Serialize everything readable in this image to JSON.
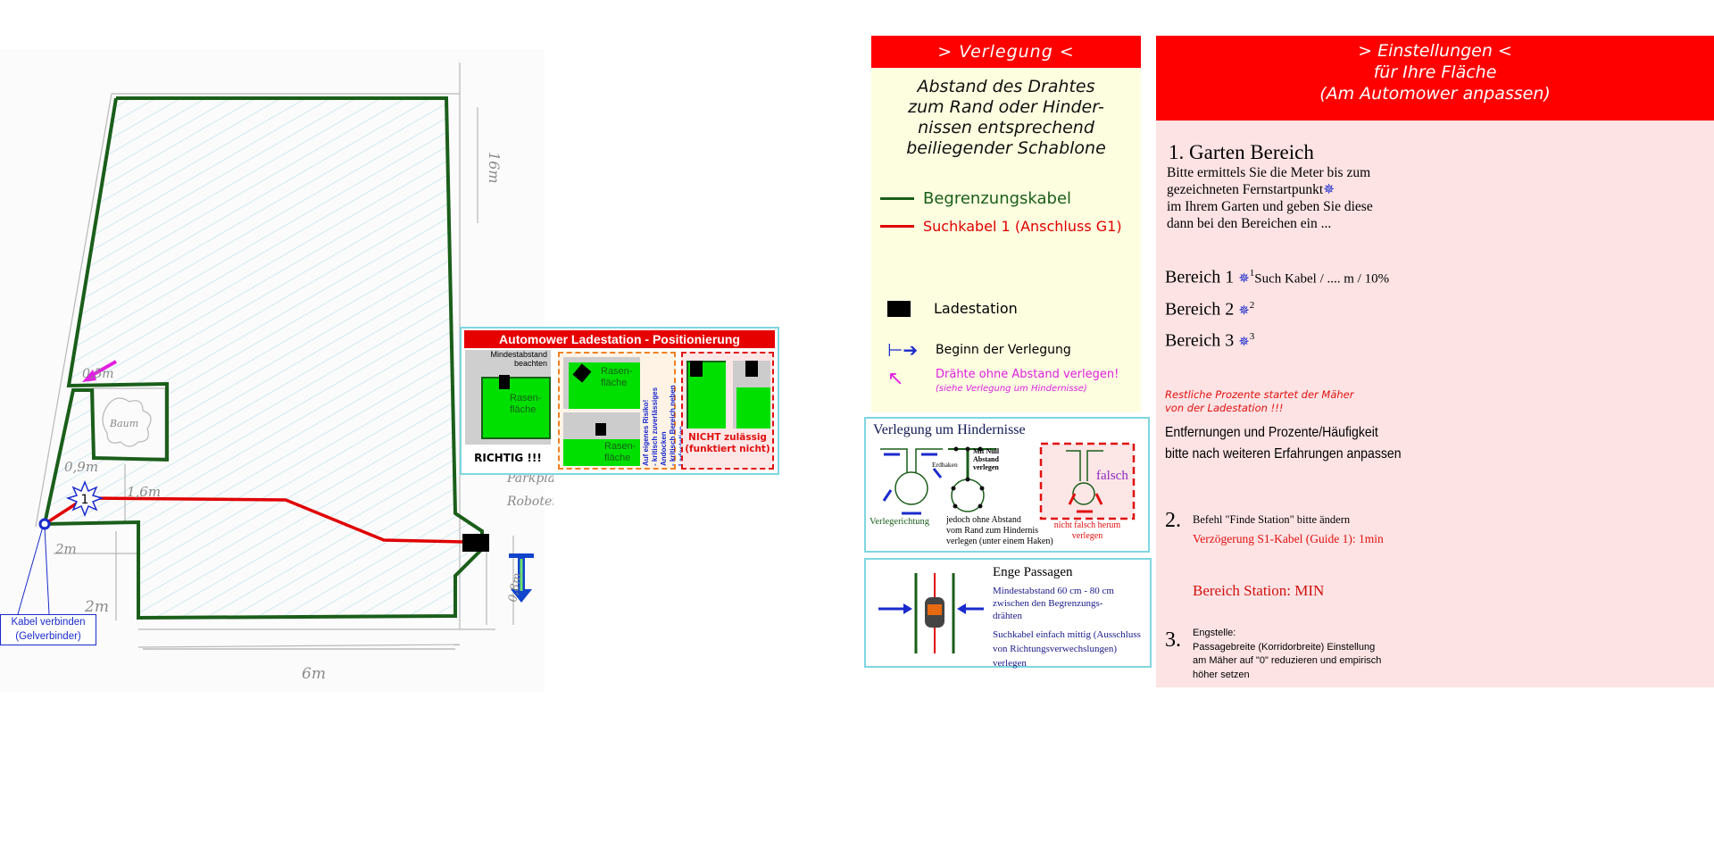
{
  "sketch": {
    "labels": {
      "length_right": "16m",
      "gap_top": "0,5m",
      "tree": "Baum",
      "gap_side": "0,9m",
      "dist_star": "1,6m",
      "width_left": "2m",
      "height_left": "2m",
      "width_bottom": "6m",
      "parking_1": "Parkpla",
      "parking_2": "Roboter",
      "station_gap": "0,8m"
    },
    "star_number": "1",
    "connector_note": [
      "Kabel verbinden",
      "(Gelverbinder)"
    ]
  },
  "ladestation": {
    "title": "Automower Ladestation - Positionierung",
    "min_distance": [
      "Mindestabstand",
      "beachten"
    ],
    "lawn": [
      "Rasen-",
      "fläche"
    ],
    "correct": "RICHTIG !!!",
    "risk": [
      "Auf eigenes Risiko!",
      "- kritisch zuverlässiges Andocken",
      "- kritisch Bereich neben Ladestation"
    ],
    "not_allowed": [
      "NICHT zulässig",
      "(funktiert nicht)"
    ]
  },
  "verlegung": {
    "title": "> Verlegung <",
    "intro": [
      "Abstand des Drahtes",
      "zum Rand oder Hinder-",
      "nissen entsprechend",
      "beiliegender Schablone"
    ],
    "legend": [
      {
        "label": "Begrenzungskabel",
        "color": "#1a5e1a"
      },
      {
        "label": "Suchkabel 1 (Anschluss G1)",
        "color": "#e00000"
      },
      {
        "label": "Ladestation"
      },
      {
        "label": "Beginn der Verlegung"
      },
      {
        "label": "Drähte ohne Abstand verlegen!",
        "sub": "(siehe Verlegung um Hindernisse)",
        "color": "#e020e0"
      }
    ]
  },
  "hindernisse": {
    "title": "Verlegung um Hindernisse",
    "direction": "Verlegerichtung",
    "hook": "Erdhaken",
    "zero": [
      "Mit Null",
      "Abstand",
      "verlegen"
    ],
    "note": [
      "jedoch ohne Abstand",
      "vom Rand zum Hindernis",
      "verlegen (unter einem Haken)"
    ],
    "wrong": "falsch",
    "wrong_note": [
      "nicht falsch herum",
      "verlegen"
    ]
  },
  "enge": {
    "title": "Enge Passagen",
    "lines": [
      "Mindestabstand 60 cm - 80 cm",
      "zwischen den Begrenzungs-",
      "drähten"
    ],
    "lines2": [
      "Suchkabel einfach mittig (Ausschluss",
      "von Richtungsverwechslungen) verlegen"
    ]
  },
  "einstellungen": {
    "title": [
      "> Einstellungen <",
      "für Ihre Fläche",
      "(Am Automower anpassen)"
    ],
    "s1_title": "1. Garten Bereich",
    "s1_text": [
      "Bitte ermittels Sie die Meter bis zum",
      "gezeichneten Fernstartpunkt",
      "im Ihrem Garten und geben Sie diese",
      "dann bei den Bereichen ein ..."
    ],
    "areas": [
      {
        "label": "Bereich 1",
        "num": "1",
        "note": "Such Kabel / .... m / 10%"
      },
      {
        "label": "Bereich 2",
        "num": "2"
      },
      {
        "label": "Bereich 3",
        "num": "3"
      }
    ],
    "rest": [
      "Restliche Prozente  startet der Mäher",
      "von der Ladestation !!!"
    ],
    "adjust": [
      "Entfernungen und Prozente/Häufigkeit",
      "bitte nach weiteren Erfahrungen anpassen"
    ],
    "s2_num": "2.",
    "s2_text": "Befehl \"Finde Station\" bitte ändern",
    "s2_red": "Verzögerung S1-Kabel (Guide 1): 1min",
    "station": "Bereich Station: MIN",
    "s3_num": "3.",
    "s3_lines": [
      "Engstelle:",
      "Passagebreite (Korridorbreite) Einstellung",
      "am Mäher auf \"0\" reduzieren und empirisch",
      "höher setzen"
    ]
  }
}
